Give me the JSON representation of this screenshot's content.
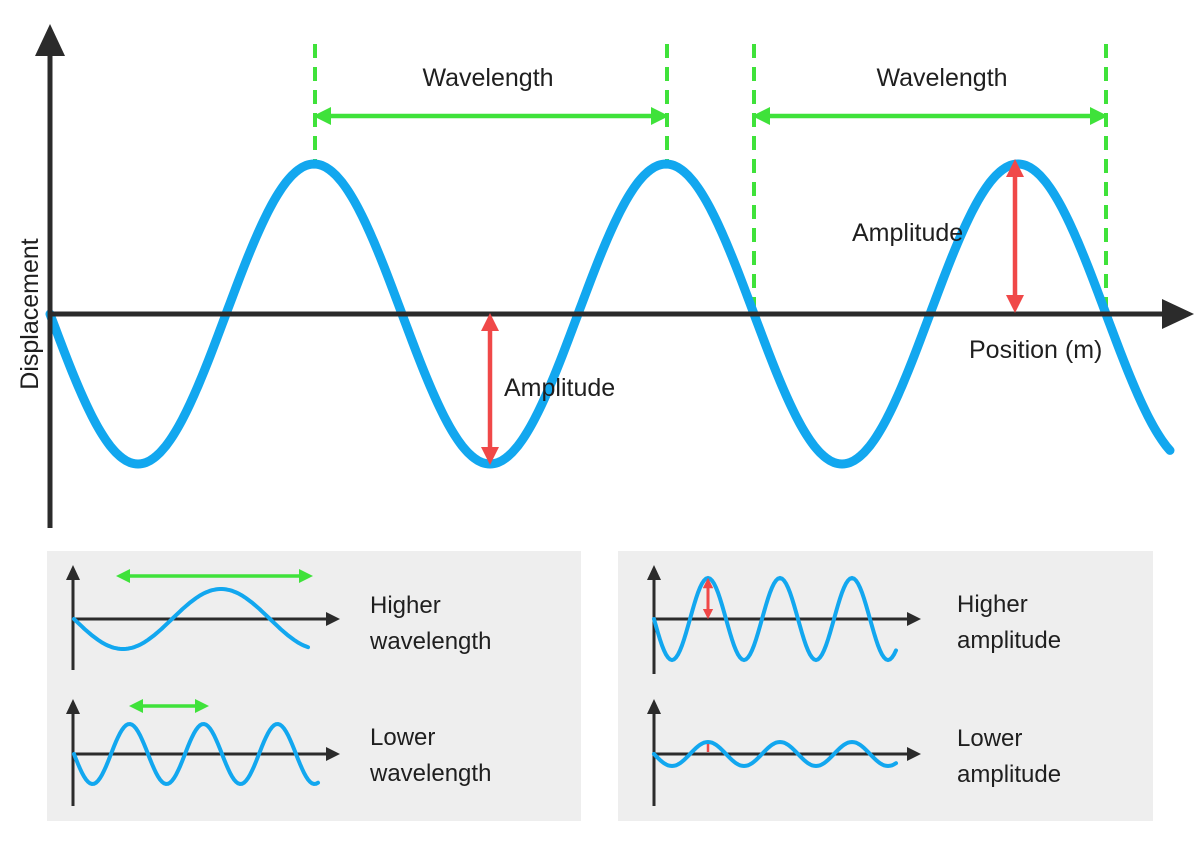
{
  "main": {
    "y_axis_label": "Displacement",
    "x_axis_label": "Position (m)",
    "wavelength_label_1": "Wavelength",
    "wavelength_label_2": "Wavelength",
    "amplitude_label_1": "Amplitude",
    "amplitude_label_2": "Amplitude"
  },
  "panels": {
    "wavelength": {
      "higher": {
        "line1": "Higher",
        "line2": "wavelength"
      },
      "lower": {
        "line1": "Lower",
        "line2": "wavelength"
      }
    },
    "amplitude": {
      "higher": {
        "line1": "Higher",
        "line2": "amplitude"
      },
      "lower": {
        "line1": "Lower",
        "line2": "amplitude"
      }
    }
  },
  "colors": {
    "wave": "#12a7ef",
    "wavelength_marker": "#3fe23a",
    "amplitude_marker": "#f04848",
    "axis": "#2b2b2b",
    "panel_bg": "#eeeeee"
  },
  "icons": [
    "arrow-up-icon",
    "arrow-right-icon",
    "double-arrow-icon"
  ]
}
